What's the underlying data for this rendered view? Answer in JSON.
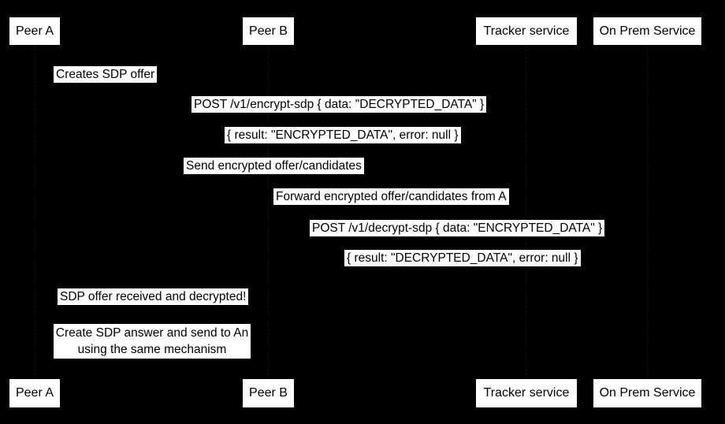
{
  "diagram": {
    "type": "sequence-diagram",
    "colors": {
      "background": "#000000",
      "box_fill": "#ffffff",
      "box_text": "#000000",
      "lifeline": "#121212"
    },
    "actors": [
      {
        "id": "peer-a",
        "label": "Peer A"
      },
      {
        "id": "peer-b",
        "label": "Peer B"
      },
      {
        "id": "tracker-service",
        "label": "Tracker service"
      },
      {
        "id": "on-prem-service",
        "label": "On Prem Service"
      }
    ],
    "messages": [
      {
        "text": "Creates SDP offer"
      },
      {
        "text": "POST /v1/encrypt-sdp { data: \"DECRYPTED_DATA\" }"
      },
      {
        "text": "{ result: \"ENCRYPTED_DATA\", error: null }"
      },
      {
        "text": "Send encrypted offer/candidates"
      },
      {
        "text": "Forward encrypted offer/candidates from A"
      },
      {
        "text": "POST /v1/decrypt-sdp { data: \"ENCRYPTED_DATA\" }"
      },
      {
        "text": "{ result: \"DECRYPTED_DATA\", error: null }"
      },
      {
        "text": "SDP offer received and decrypted!"
      },
      {
        "text": "Create SDP answer and send to An using the same mechanism",
        "line1": "Create SDP answer and send to An",
        "line2": "using the same mechanism"
      }
    ]
  }
}
